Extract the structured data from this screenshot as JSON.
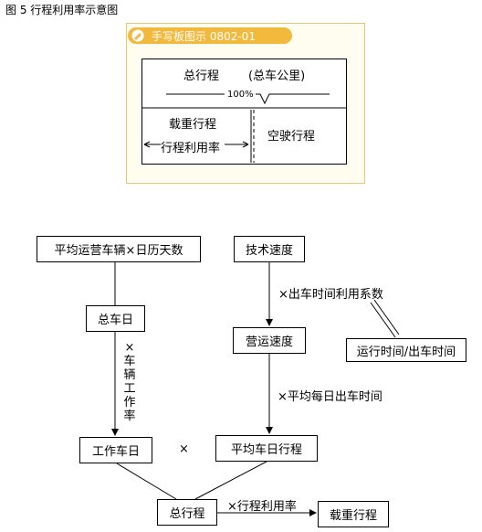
{
  "caption": "图 5 行程利用率示意图",
  "handwriting": {
    "tab_text": "手写板图示 0802-01",
    "icon": "pen-icon",
    "total_label": "总行程",
    "unit_label": "(总车公里)",
    "percent_label": "100%",
    "loaded_label": "载重行程",
    "utilization_label": "行程利用率",
    "empty_label": "空驶行程"
  },
  "flow": {
    "vehicles_days": "平均运营车辆×日历天数",
    "tech_speed": "技术速度",
    "departure_factor": "×出车时间利用系数",
    "total_vehicle_days": "总车日",
    "operating_speed": "营运速度",
    "running_over_departure": "运行时间/出车时间",
    "vehicle_work_rate": [
      "×",
      "车",
      "辆",
      "工",
      "作",
      "率"
    ],
    "daily_departure_time": "×平均每日出车时间",
    "working_vehicle_days": "工作车日",
    "times_sign": "×",
    "avg_daily_mileage": "平均车日行程",
    "total_mileage": "总行程",
    "times_utilization": "×行程利用率",
    "loaded_mileage": "载重行程"
  },
  "colors": {
    "tab": "#f2b93d",
    "panel_border": "#e7c773",
    "panel_bg": "#fffcf0"
  }
}
